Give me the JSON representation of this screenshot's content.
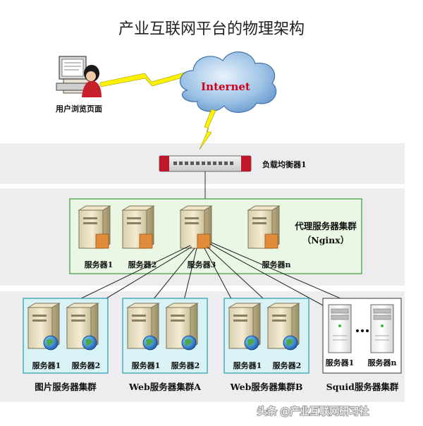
{
  "title": "产业互联网平台的物理架构",
  "user": {
    "label": "用户浏览页面"
  },
  "internet": {
    "label": "Internet"
  },
  "load_balancer": {
    "label": "负载均衡器1"
  },
  "proxy_cluster": {
    "label_line1": "代理服务器集群",
    "label_line2": "（Nginx）",
    "servers": [
      "服务器1",
      "服务器2",
      "服务器3",
      "服务器n"
    ]
  },
  "bottom_clusters": [
    {
      "label": "图片服务器集群",
      "servers": [
        "服务器1",
        "服务器2"
      ]
    },
    {
      "label": "Web服务器集群A",
      "servers": [
        "服务器1",
        "服务器2"
      ]
    },
    {
      "label": "Web服务器集群B",
      "servers": [
        "服务器1",
        "服务器2"
      ]
    },
    {
      "label": "Squid服务器集群",
      "servers": [
        "服务器1",
        "服务器n"
      ]
    }
  ],
  "watermark": "头条 @产业互联网研习社"
}
